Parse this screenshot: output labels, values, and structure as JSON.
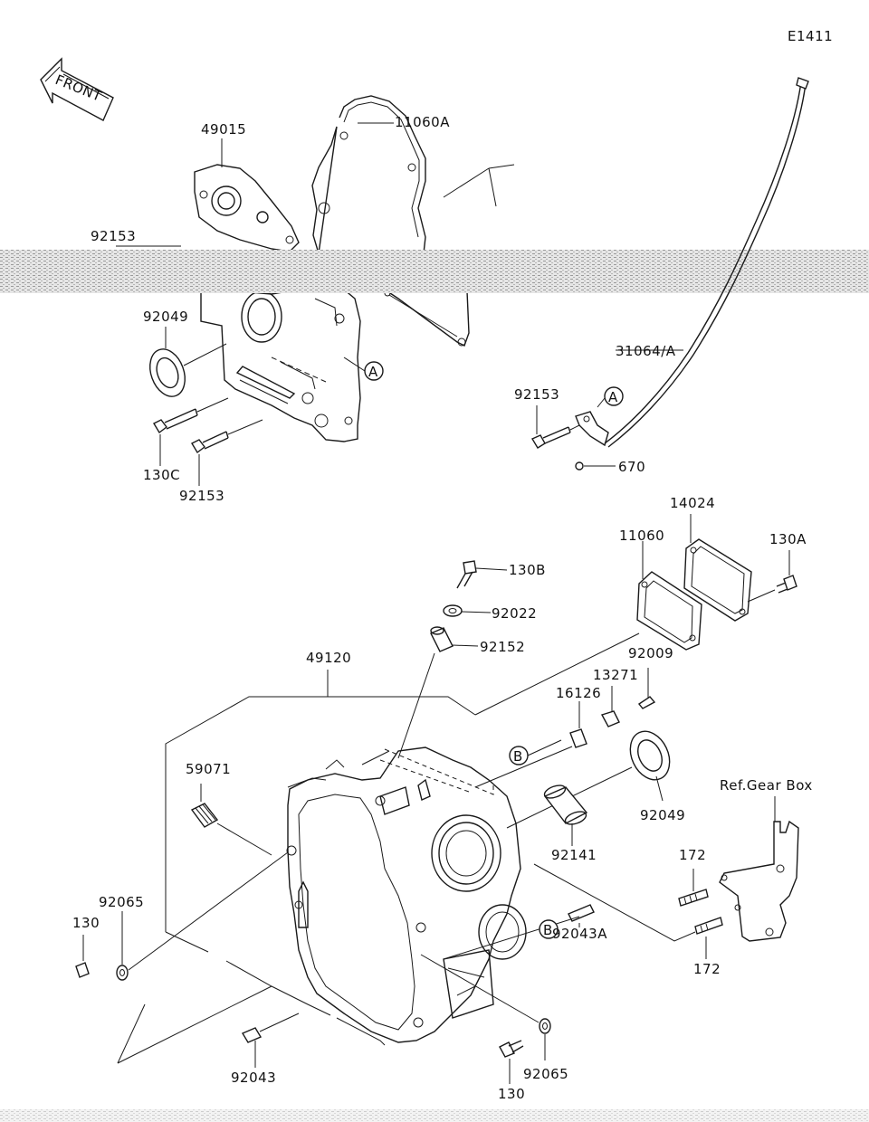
{
  "diagram_code": "E1411",
  "front_arrow": "FRONT",
  "ref_note": "Ref.Gear Box",
  "callout_letters": {
    "a": "A",
    "b": "B"
  },
  "labels": {
    "p49015": "49015",
    "p11060A": "11060A",
    "p92153_top": "92153",
    "p92049_top": "92049",
    "p130C": "130C",
    "p92153_bottom": "92153",
    "p31064A": "31064/A",
    "p92153_right": "92153",
    "p670": "670",
    "p14024": "14024",
    "p11060": "11060",
    "p130A": "130A",
    "p130B": "130B",
    "p92022": "92022",
    "p92152": "92152",
    "p49120": "49120",
    "p92009": "92009",
    "p13271": "13271",
    "p16126": "16126",
    "p59071": "59071",
    "p92049_mid": "92049",
    "p92141": "92141",
    "p172_top": "172",
    "p172_bottom": "172",
    "p92065_left": "92065",
    "p130_left": "130",
    "p92043A": "92043A",
    "p92043": "92043",
    "p130_bottom": "130",
    "p92065_bottom": "92065"
  },
  "colors": {
    "line": "#1a1a1a",
    "background": "#ffffff",
    "scan_band": "#bdbdbd"
  }
}
